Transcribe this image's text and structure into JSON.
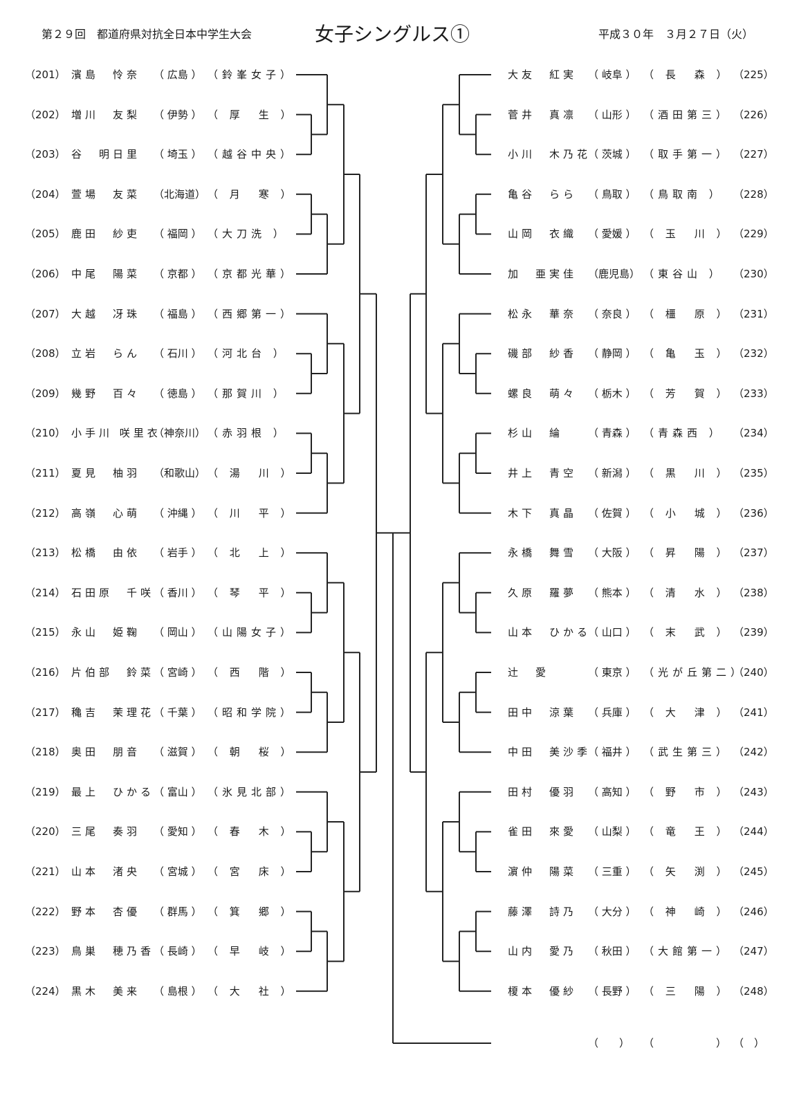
{
  "header": {
    "tournament": "第２９回　都道府県対抗全日本中学生大会",
    "event": "女子シングルス①",
    "date": "平成３０年　３月２７日（火）"
  },
  "left_entries": [
    {
      "num": "（201）",
      "name": "濱島　怜奈",
      "pref": "（ 広島 ）",
      "school": "（鈴峯女子）"
    },
    {
      "num": "（202）",
      "name": "増川　友梨",
      "pref": "（ 伊勢 ）",
      "school": "（ 厚　生 ）"
    },
    {
      "num": "（203）",
      "name": "谷　明日里",
      "pref": "（ 埼玉 ）",
      "school": "（越谷中央）"
    },
    {
      "num": "（204）",
      "name": "萱場　友菜",
      "pref": "（北海道）",
      "school": "（ 月　寒 ）"
    },
    {
      "num": "（205）",
      "name": "鹿田　紗吏",
      "pref": "（ 福岡 ）",
      "school": "（大刀洗 ）"
    },
    {
      "num": "（206）",
      "name": "中尾　陽菜",
      "pref": "（ 京都 ）",
      "school": "（京都光華）"
    },
    {
      "num": "（207）",
      "name": "大越　冴珠",
      "pref": "（ 福島 ）",
      "school": "（西郷第一）"
    },
    {
      "num": "（208）",
      "name": "立岩　らん",
      "pref": "（ 石川 ）",
      "school": "（河北台 ）"
    },
    {
      "num": "（209）",
      "name": "幾野　百々",
      "pref": "（ 徳島 ）",
      "school": "（那賀川 ）"
    },
    {
      "num": "（210）",
      "name": "小手川 咲里衣",
      "pref": "（神奈川）",
      "school": "（赤羽根 ）"
    },
    {
      "num": "（211）",
      "name": "夏見　柚羽",
      "pref": "（和歌山）",
      "school": "（ 湯　川 ）"
    },
    {
      "num": "（212）",
      "name": "高嶺　心萌",
      "pref": "（ 沖縄 ）",
      "school": "（ 川　平 ）"
    },
    {
      "num": "（213）",
      "name": "松橋　由依",
      "pref": "（ 岩手 ）",
      "school": "（ 北　上 ）"
    },
    {
      "num": "（214）",
      "name": "石田原　千咲",
      "pref": "（ 香川 ）",
      "school": "（ 琴　平 ）"
    },
    {
      "num": "（215）",
      "name": "永山　姫鞠",
      "pref": "（ 岡山 ）",
      "school": "（山陽女子）"
    },
    {
      "num": "（216）",
      "name": "片伯部　鈴菜",
      "pref": "（ 宮崎 ）",
      "school": "（ 西　階 ）"
    },
    {
      "num": "（217）",
      "name": "穐吉　茉理花",
      "pref": "（ 千葉 ）",
      "school": "（昭和学院）"
    },
    {
      "num": "（218）",
      "name": "奥田　朋音",
      "pref": "（ 滋賀 ）",
      "school": "（ 朝　桜 ）"
    },
    {
      "num": "（219）",
      "name": "最上　ひかる",
      "pref": "（ 富山 ）",
      "school": "（氷見北部）"
    },
    {
      "num": "（220）",
      "name": "三尾　奏羽",
      "pref": "（ 愛知 ）",
      "school": "（ 春　木 ）"
    },
    {
      "num": "（221）",
      "name": "山本　渚央",
      "pref": "（ 宮城 ）",
      "school": "（ 宮　床 ）"
    },
    {
      "num": "（222）",
      "name": "野本　杏優",
      "pref": "（ 群馬 ）",
      "school": "（ 箕　郷 ）"
    },
    {
      "num": "（223）",
      "name": "鳥巣　穂乃香",
      "pref": "（ 長崎 ）",
      "school": "（ 早　岐 ）"
    },
    {
      "num": "（224）",
      "name": "黒木　美来",
      "pref": "（ 島根 ）",
      "school": "（ 大　社 ）"
    }
  ],
  "right_entries": [
    {
      "num": "（225）",
      "name": "大友　紅実",
      "pref": "（ 岐阜 ）",
      "school": "（ 長　森 ）"
    },
    {
      "num": "（226）",
      "name": "菅井　真凛",
      "pref": "（ 山形 ）",
      "school": "（酒田第三）"
    },
    {
      "num": "（227）",
      "name": "小川　木乃花",
      "pref": "（ 茨城 ）",
      "school": "（取手第一）"
    },
    {
      "num": "（228）",
      "name": "亀谷　らら",
      "pref": "（ 鳥取 ）",
      "school": "（鳥取南 ）"
    },
    {
      "num": "（229）",
      "name": "山岡　衣織",
      "pref": "（ 愛媛 ）",
      "school": "（ 玉　川 ）"
    },
    {
      "num": "（230）",
      "name": "加　亜実佳",
      "pref": "（鹿児島）",
      "school": "（東谷山 ）"
    },
    {
      "num": "（231）",
      "name": "松永　華奈",
      "pref": "（ 奈良 ）",
      "school": "（ 橿　原 ）"
    },
    {
      "num": "（232）",
      "name": "磯部　紗香",
      "pref": "（ 静岡 ）",
      "school": "（ 亀　玉 ）"
    },
    {
      "num": "（233）",
      "name": "螺良　萌々",
      "pref": "（ 栃木 ）",
      "school": "（ 芳　賀 ）"
    },
    {
      "num": "（234）",
      "name": "杉山　綸",
      "pref": "（ 青森 ）",
      "school": "（青森西 ）"
    },
    {
      "num": "（235）",
      "name": "井上　青空",
      "pref": "（ 新潟 ）",
      "school": "（ 黒　川 ）"
    },
    {
      "num": "（236）",
      "name": "木下　真晶",
      "pref": "（ 佐賀 ）",
      "school": "（ 小　城 ）"
    },
    {
      "num": "（237）",
      "name": "永橋　舞雪",
      "pref": "（ 大阪 ）",
      "school": "（ 昇　陽 ）"
    },
    {
      "num": "（238）",
      "name": "久原　羅夢",
      "pref": "（ 熊本 ）",
      "school": "（ 清　水 ）"
    },
    {
      "num": "（239）",
      "name": "山本　ひかる",
      "pref": "（ 山口 ）",
      "school": "（ 末　武 ）"
    },
    {
      "num": "（240）",
      "name": "辻　愛",
      "pref": "（ 東京 ）",
      "school": "（光が丘第二）"
    },
    {
      "num": "（241）",
      "name": "田中　涼葉",
      "pref": "（ 兵庫 ）",
      "school": "（ 大　津 ）"
    },
    {
      "num": "（242）",
      "name": "中田　美沙季",
      "pref": "（ 福井 ）",
      "school": "（武生第三）"
    },
    {
      "num": "（243）",
      "name": "田村　優羽",
      "pref": "（ 高知 ）",
      "school": "（ 野　市 ）"
    },
    {
      "num": "（244）",
      "name": "雀田　來愛",
      "pref": "（ 山梨 ）",
      "school": "（ 竜　王 ）"
    },
    {
      "num": "（245）",
      "name": "濵仲　陽菜",
      "pref": "（ 三重 ）",
      "school": "（ 矢　渕 ）"
    },
    {
      "num": "（246）",
      "name": "藤澤　詩乃",
      "pref": "（ 大分 ）",
      "school": "（ 神　崎 ）"
    },
    {
      "num": "（247）",
      "name": "山内　愛乃",
      "pref": "（ 秋田 ）",
      "school": "（大館第一）"
    },
    {
      "num": "（248）",
      "name": "榎本　優紗",
      "pref": "（ 長野 ）",
      "school": "（ 三　陽 ）"
    }
  ],
  "winner_slot": {
    "pref": "（　　）",
    "school": "（　　　　）",
    "num": "（　）"
  }
}
